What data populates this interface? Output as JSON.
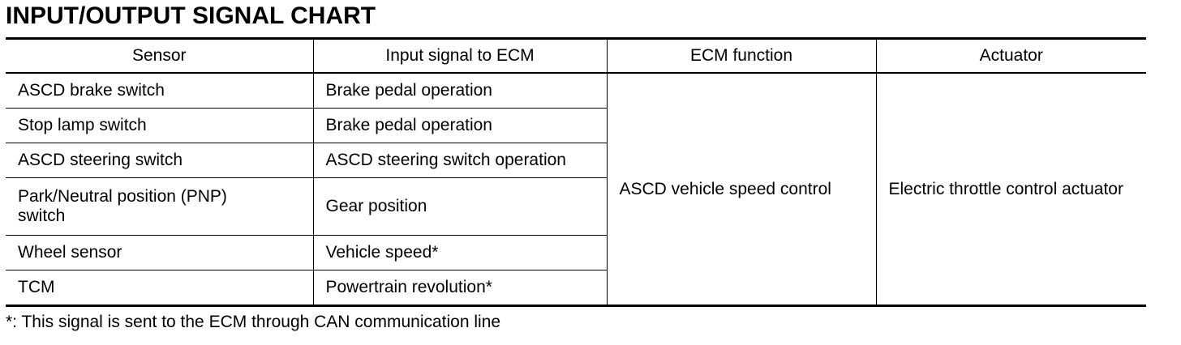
{
  "title": "INPUT/OUTPUT SIGNAL CHART",
  "table": {
    "headers": [
      "Sensor",
      "Input signal to ECM",
      "ECM function",
      "Actuator"
    ],
    "rows": [
      {
        "sensor": "ASCD brake switch",
        "input": "Brake pedal operation"
      },
      {
        "sensor": "Stop lamp switch",
        "input": "Brake pedal operation"
      },
      {
        "sensor": "ASCD steering switch",
        "input": "ASCD steering switch operation"
      },
      {
        "sensor": "Park/Neutral position (PNP) switch",
        "input": "Gear position"
      },
      {
        "sensor": "Wheel sensor",
        "input": "Vehicle speed*"
      },
      {
        "sensor": "TCM",
        "input": "Powertrain revolution*"
      }
    ],
    "ecm_function": "ASCD vehicle speed control",
    "actuator": "Electric throttle control actuator"
  },
  "footnote": "*: This signal is sent to the ECM through CAN communication line"
}
